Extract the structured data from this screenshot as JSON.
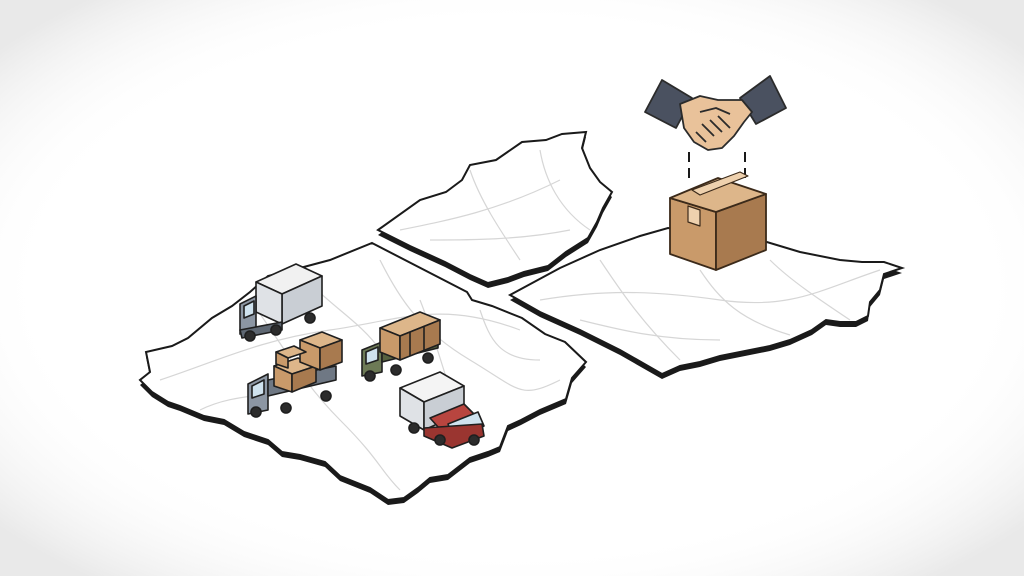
{
  "scene": {
    "regions": [
      {
        "id": "west",
        "label": ""
      },
      {
        "id": "north",
        "label": ""
      },
      {
        "id": "east",
        "label": ""
      }
    ],
    "vehicles": [
      {
        "id": "truck-grey-box",
        "cargo": "none"
      },
      {
        "id": "truck-loaded-boxes",
        "cargo": "cardboard-boxes"
      },
      {
        "id": "truck-green-boxes",
        "cargo": "cardboard-boxes"
      },
      {
        "id": "truck-red-box",
        "cargo": "none"
      }
    ],
    "package": {
      "icon": "cardboard-box-icon"
    },
    "agreement": {
      "icon": "handshake-icon"
    }
  },
  "colors": {
    "background": "#ffffff",
    "map_fill": "#ffffff",
    "map_outline": "#1a1a1a",
    "road": "#d6d6d6",
    "box_front": "#c99a6a",
    "box_side": "#a87a4f",
    "box_top": "#ddb68a",
    "truck_grey": "#8c96a3",
    "truck_green": "#6d7a56",
    "truck_red": "#b8453f",
    "sleeve": "#4a5160",
    "skin": "#e9c29a"
  }
}
